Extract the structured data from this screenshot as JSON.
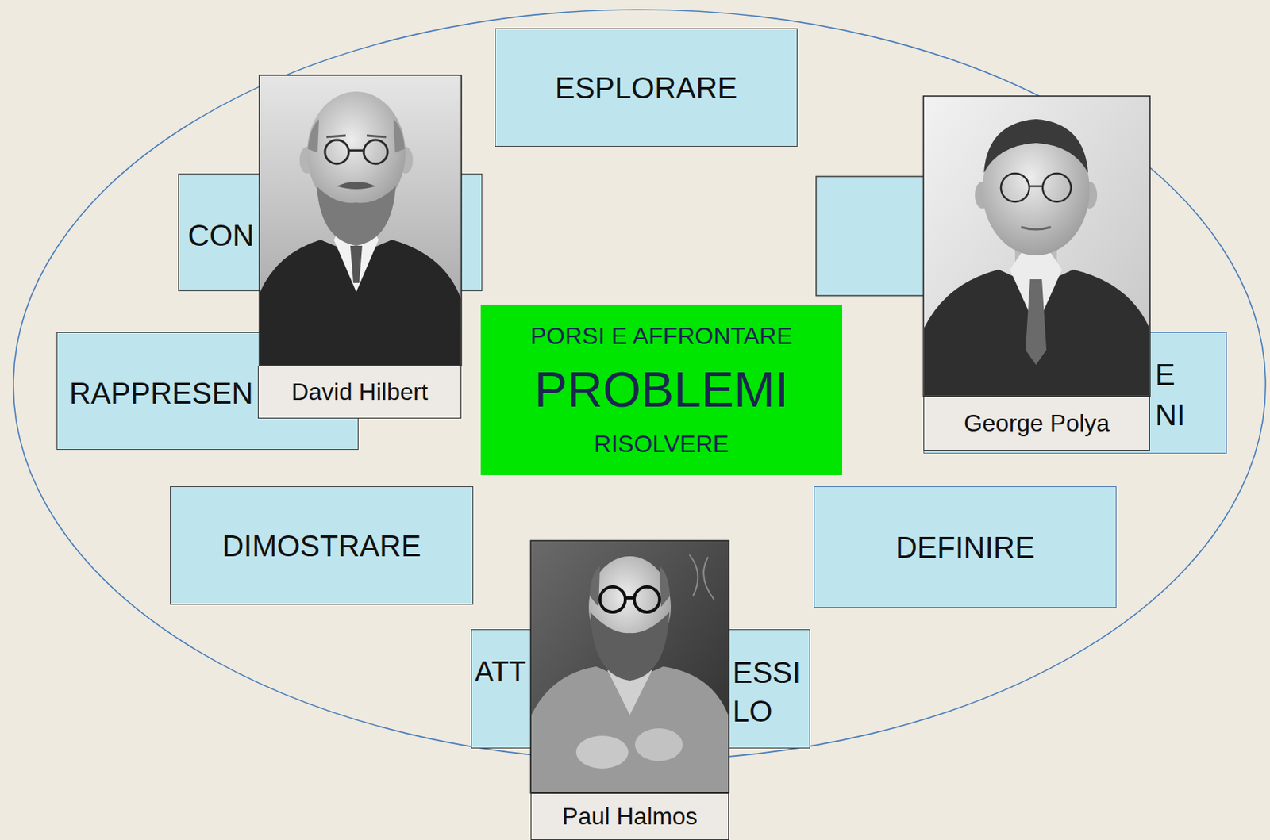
{
  "diagram": {
    "nodes": [
      {
        "text": [
          "ESPLORARE"
        ]
      },
      {
        "text": [
          "CON"
        ]
      },
      {
        "text": [
          "RAPPRESEN"
        ]
      },
      {
        "text": [
          "David Hilbert"
        ]
      },
      {
        "text": [
          "PORSI E AFFRONTARE",
          "PROBLEMI",
          "RISOLVERE"
        ]
      },
      {
        "text": [
          "E NI"
        ]
      },
      {
        "text": [
          "George Polya"
        ]
      },
      {
        "text": [
          "DIMOSTRARE"
        ]
      },
      {
        "text": [
          "DEFINIRE"
        ]
      },
      {
        "text": [
          "ATT",
          "ESSI LO"
        ]
      },
      {
        "text": [
          "Paul Halmos"
        ]
      }
    ]
  }
}
